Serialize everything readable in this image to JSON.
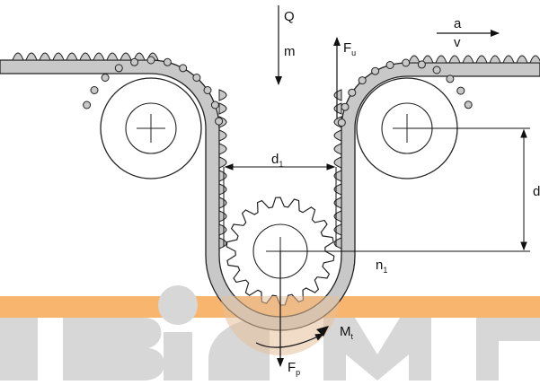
{
  "diagram": {
    "labels": {
      "load": "Q",
      "mass": "m",
      "accel": "a",
      "speed": "v",
      "force_u": "F",
      "force_u_sub": "u",
      "force_p": "F",
      "force_p_sub": "p",
      "diameter": "d",
      "diameter_sub": "1",
      "center_distance": "d",
      "rpm": "n",
      "rpm_sub": "1",
      "torque": "M",
      "torque_sub": "t"
    },
    "watermark": {
      "text": "BIGMG",
      "band_color": "#f8b56e",
      "letter_color": "#d7d7d7"
    },
    "colors": {
      "belt_fill": "#c8c8c8",
      "belt_stroke": "#222222",
      "pulley_highlight": "#e6c09a"
    }
  }
}
